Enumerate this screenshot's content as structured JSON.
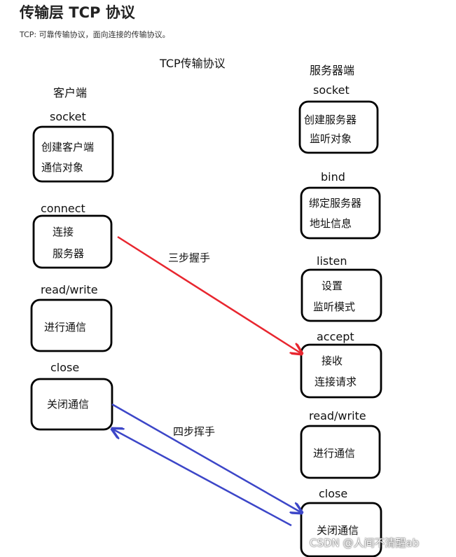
{
  "page": {
    "title": "传输层 TCP 协议",
    "subtitle": "TCP: 可靠传输协议，面向连接的传输协议。"
  },
  "diagram": {
    "heading": "TCP传输协议",
    "client": {
      "title": "客户端",
      "steps": [
        {
          "label": "socket",
          "lines": [
            "创建客户端",
            "通信对象"
          ]
        },
        {
          "label": "connect",
          "lines": [
            "连接",
            "服务器"
          ]
        },
        {
          "label": "read/write",
          "lines": [
            "进行通信"
          ]
        },
        {
          "label": "close",
          "lines": [
            "关闭通信"
          ]
        }
      ]
    },
    "server": {
      "title": "服务器端",
      "steps": [
        {
          "label": "socket",
          "lines": [
            "创建服务器",
            "监听对象"
          ]
        },
        {
          "label": "bind",
          "lines": [
            "绑定服务器",
            "地址信息"
          ]
        },
        {
          "label": "listen",
          "lines": [
            "设置",
            "监听模式"
          ]
        },
        {
          "label": "accept",
          "lines": [
            "接收",
            "连接请求"
          ]
        },
        {
          "label": "read/write",
          "lines": [
            "进行通信"
          ]
        },
        {
          "label": "close",
          "lines": [
            "关闭通信"
          ]
        }
      ]
    },
    "handshake": {
      "label": "三步握手",
      "color": "#e8262f"
    },
    "wave": {
      "label": "四步挥手",
      "color": "#3c46c8"
    },
    "accept_color": "#e8262f"
  },
  "watermark": "CSDN @人间不清醒ab"
}
